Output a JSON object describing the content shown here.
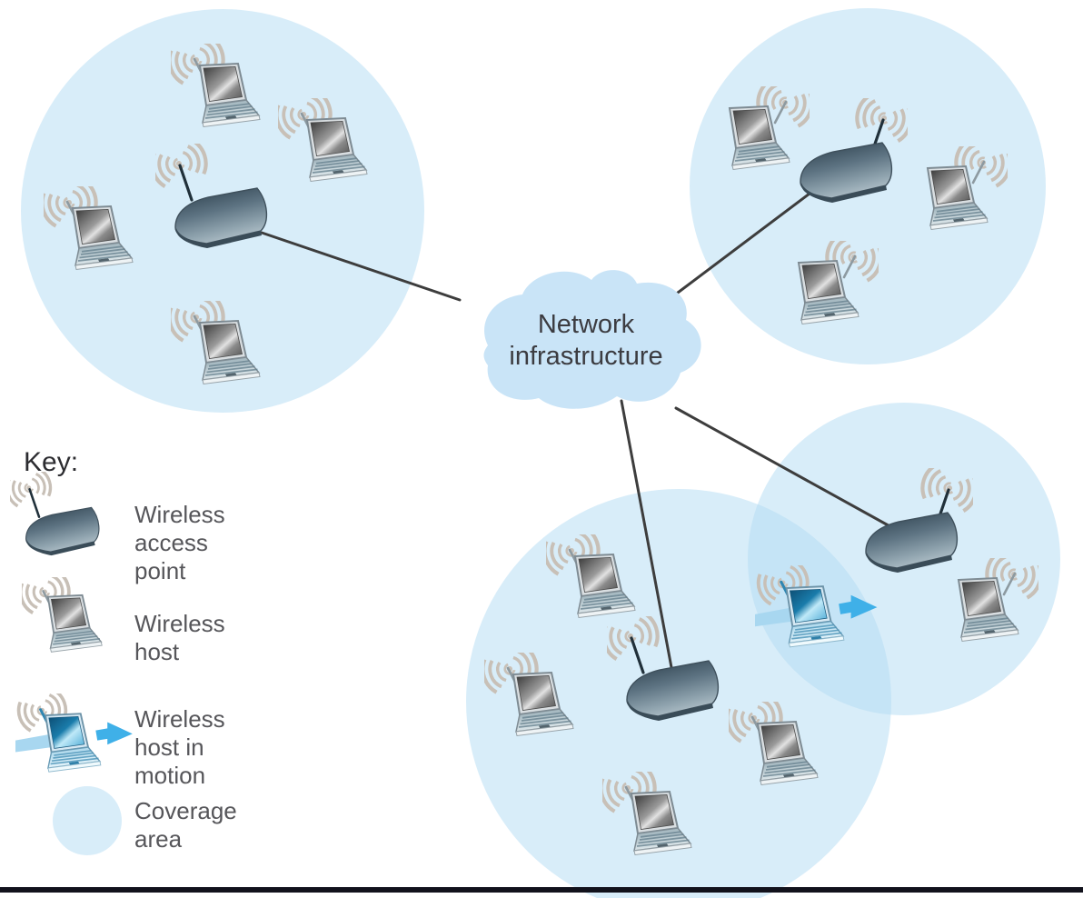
{
  "figure": {
    "cloud_label": [
      "Network",
      "infrastructure"
    ]
  },
  "key": {
    "title": "Key:",
    "items": [
      {
        "icon": "wireless-access-point-icon",
        "label": "Wireless access point"
      },
      {
        "icon": "wireless-host-icon",
        "label": "Wireless host"
      },
      {
        "icon": "wireless-host-in-motion-icon",
        "label": "Wireless host in motion"
      },
      {
        "icon": "coverage-area-icon",
        "label": "Coverage area"
      }
    ]
  },
  "colors": {
    "coverage_area": "#ddeef9",
    "cloud": "#c9e4f7",
    "link_line": "#3d3d3d",
    "motion_arrow": "#3fb0e8",
    "radio_wave": "#c8c0b7"
  },
  "diagram": {
    "coverage_areas": [
      {
        "name": "top-left",
        "access_points": 1,
        "wireless_hosts": 4
      },
      {
        "name": "top-right",
        "access_points": 1,
        "wireless_hosts": 3
      },
      {
        "name": "bottom-middle",
        "access_points": 1,
        "wireless_hosts": 4
      },
      {
        "name": "bottom-right",
        "access_points": 1,
        "wireless_hosts": 1
      }
    ],
    "wireless_hosts_in_motion": 1,
    "links_to_infrastructure": 4
  }
}
